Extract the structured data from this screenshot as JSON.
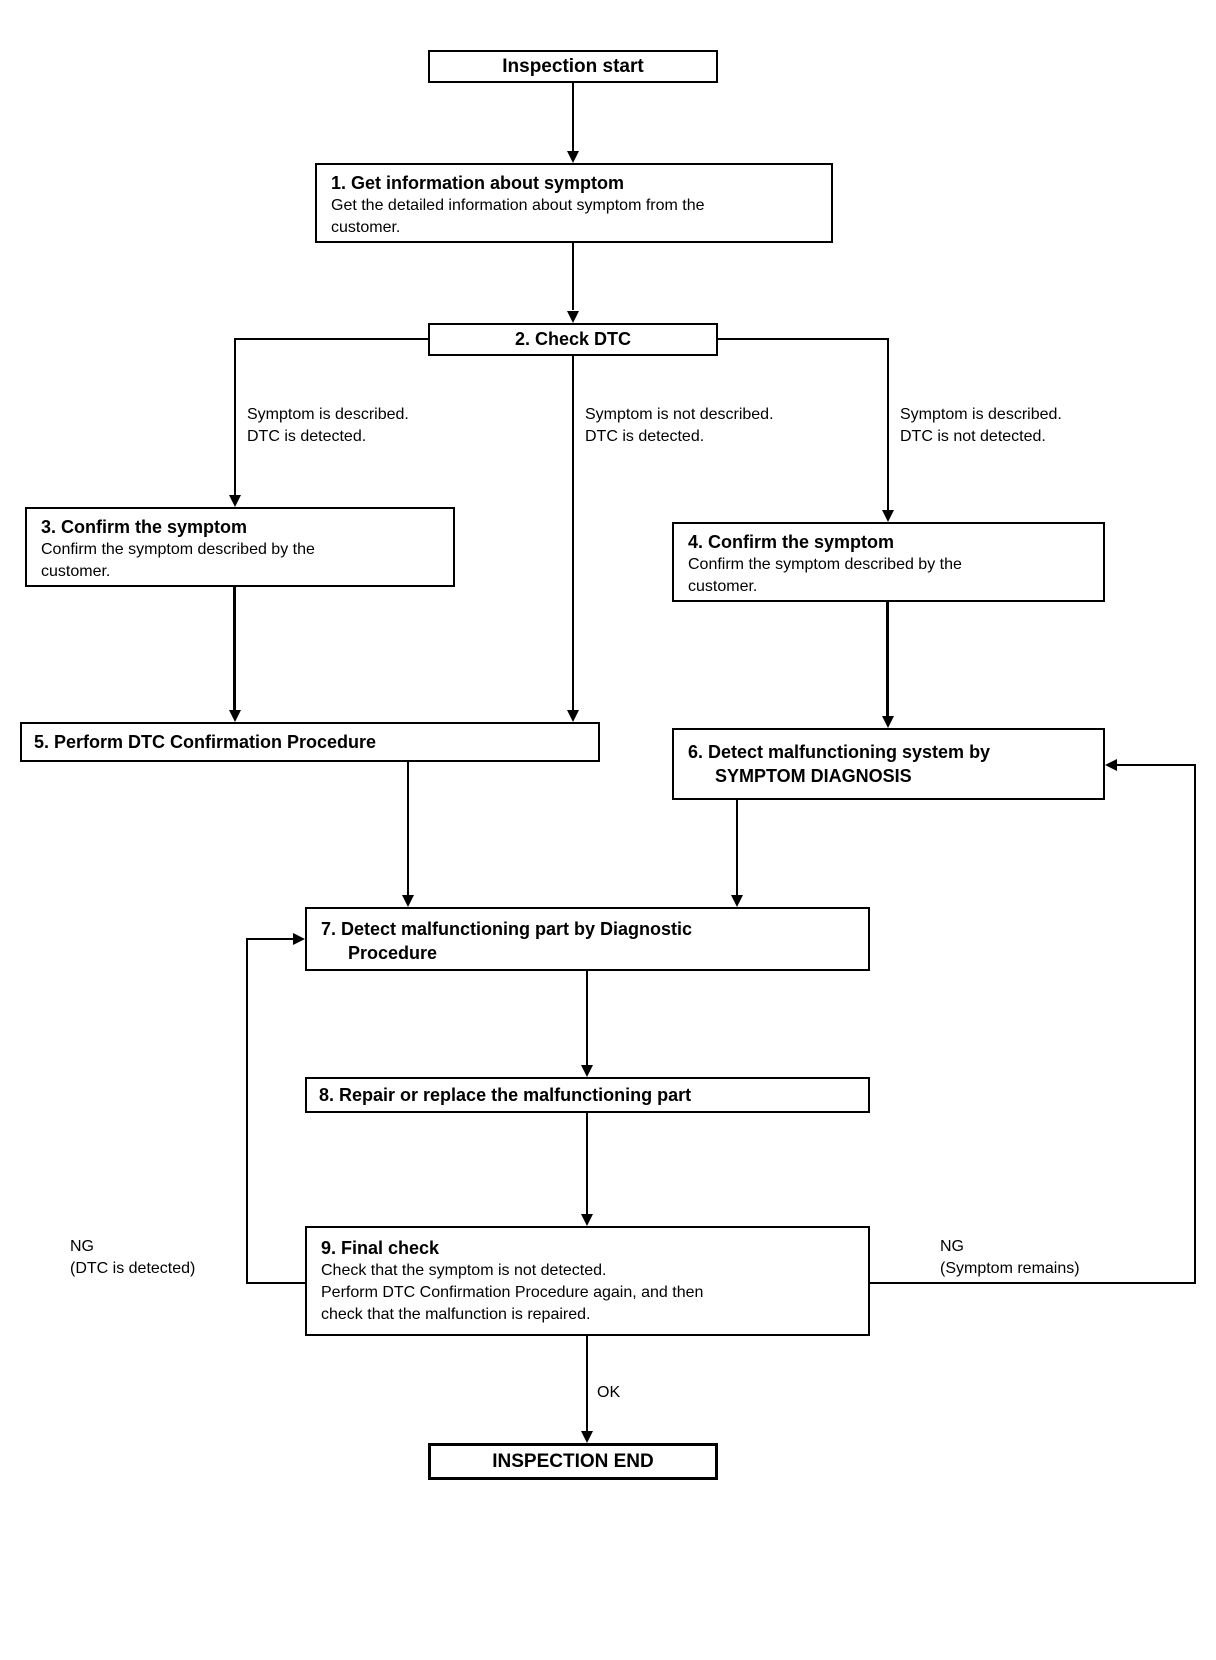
{
  "diagram": {
    "nodes": {
      "start": {
        "label": "Inspection start"
      },
      "step1": {
        "title": "1. Get information about symptom",
        "body_lines": [
          "Get the detailed information about symptom from the",
          "customer."
        ]
      },
      "step2": {
        "title": "2. Check DTC"
      },
      "step3": {
        "title": "3. Confirm the symptom",
        "body_lines": [
          "Confirm the symptom described by the",
          "customer."
        ]
      },
      "step4": {
        "title": "4. Confirm the symptom",
        "body_lines": [
          "Confirm the symptom described by the",
          "customer."
        ]
      },
      "step5": {
        "title": "5. Perform DTC Confirmation Procedure"
      },
      "step6": {
        "title_lines": [
          "6. Detect malfunctioning system by",
          "SYMPTOM DIAGNOSIS"
        ]
      },
      "step7": {
        "title_lines": [
          "7. Detect malfunctioning part by Diagnostic",
          "Procedure"
        ]
      },
      "step8": {
        "title": "8. Repair or replace the malfunctioning part"
      },
      "step9": {
        "title": "9. Final check",
        "body_lines": [
          "Check that the symptom is not detected.",
          "Perform DTC Confirmation Procedure again, and then",
          "check that the malfunction is repaired."
        ]
      },
      "end": {
        "label": "INSPECTION END"
      }
    },
    "edge_labels": {
      "branch_left": [
        "Symptom is described.",
        "DTC is detected."
      ],
      "branch_middle": [
        "Symptom is not described.",
        "DTC is detected."
      ],
      "branch_right": [
        "Symptom is described.",
        "DTC is not detected."
      ],
      "ng_left": [
        "NG",
        "(DTC is detected)"
      ],
      "ng_right": [
        "NG",
        "(Symptom remains)"
      ],
      "ok": "OK"
    },
    "colors": {
      "line": "#000000",
      "text": "#000000",
      "background": "#ffffff"
    }
  }
}
